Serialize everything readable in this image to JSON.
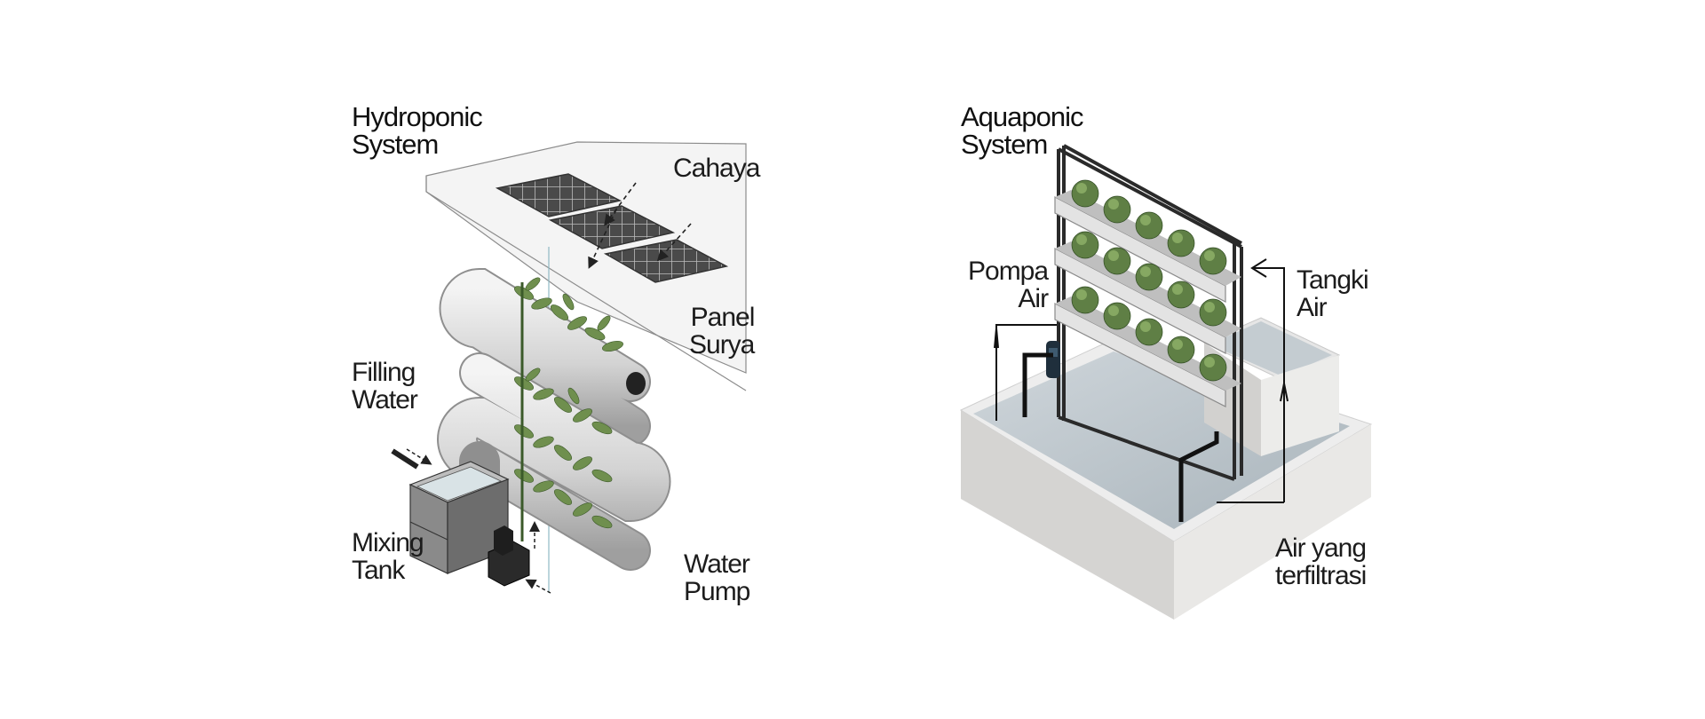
{
  "hydroponic": {
    "title": [
      "Hydroponic",
      "System"
    ],
    "labels": {
      "cahaya": [
        "Cahaya"
      ],
      "panel_surya": [
        "Panel",
        "Surya"
      ],
      "filling_water": [
        "Filling",
        "Water"
      ],
      "mixing_tank": [
        "Mixing",
        "Tank"
      ],
      "water_pump": [
        "Water",
        "Pump"
      ]
    }
  },
  "aquaponic": {
    "title": [
      "Aquaponic",
      "System"
    ],
    "labels": {
      "pompa_air": [
        "Pompa",
        "Air"
      ],
      "tangki_air": [
        "Tangki",
        "Air"
      ],
      "air_terfiltrasi": [
        "Air yang",
        "terfiltrasi"
      ]
    }
  },
  "colors": {
    "leaf": "#6f8f4e",
    "pipe": "#d9d9d9",
    "concrete": "#d7d6d4",
    "water": "#b9c3c9",
    "frame": "#2a2a2a"
  }
}
